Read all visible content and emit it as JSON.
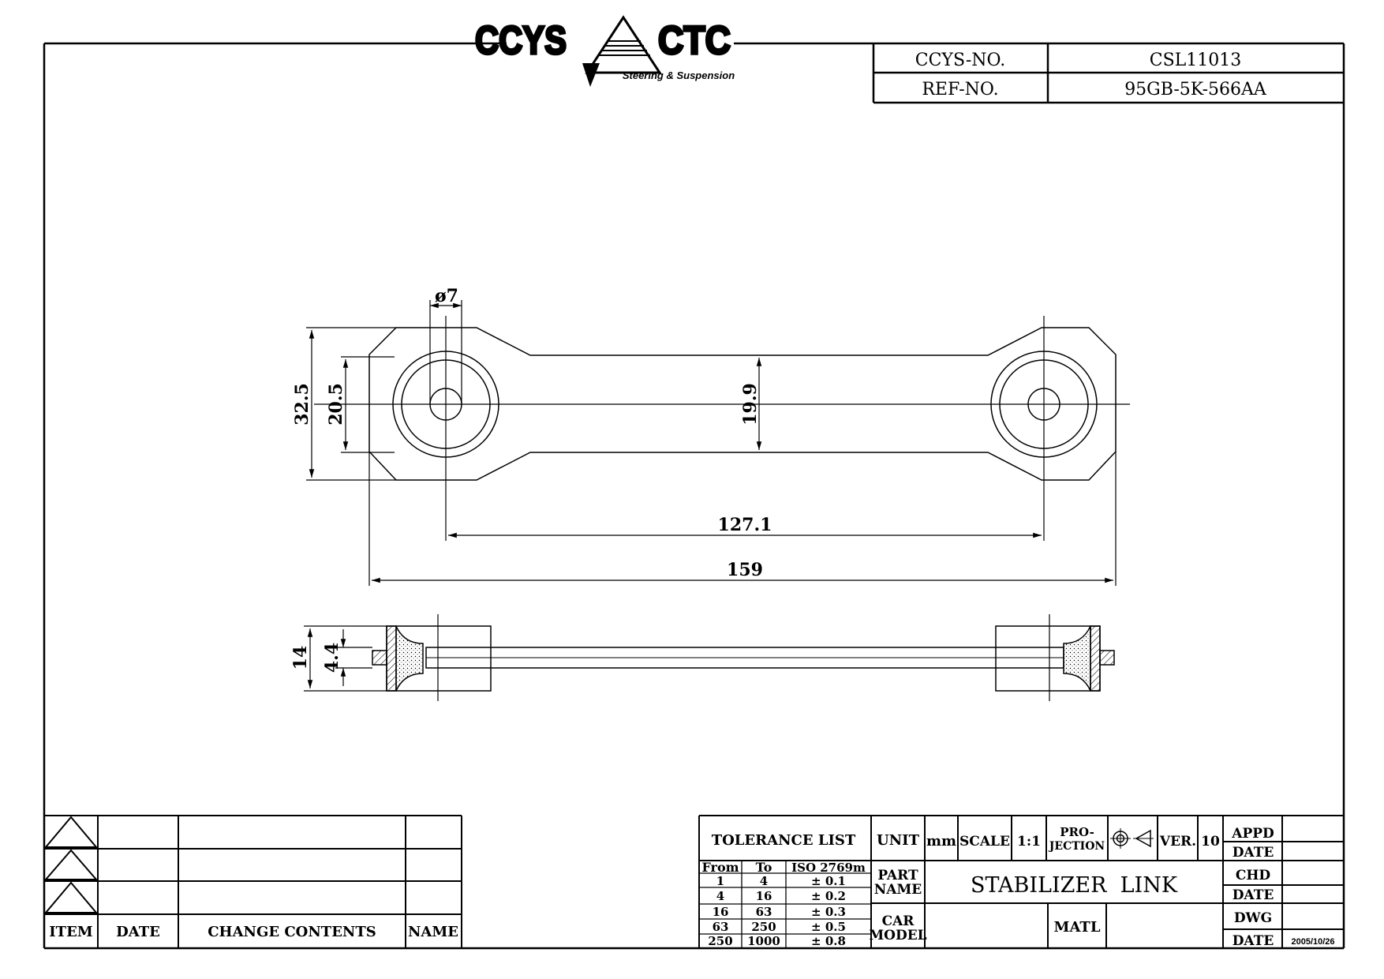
{
  "header": {
    "logo": {
      "left_mark": "CCYS",
      "right_mark": "CTC",
      "tagline": "Steering & Suspension"
    },
    "ccys_no_label": "CCYS-NO.",
    "ccys_no_value": "CSL11013",
    "ref_no_label": "REF-NO.",
    "ref_no_value": "95GB-5K-566AA"
  },
  "dimensions": {
    "hole_diameter": "ø7",
    "overall_height": "32.5",
    "boss_height": "20.5",
    "web_height": "19.9",
    "center_distance": "127.1",
    "overall_length": "159",
    "side_thickness": "14",
    "side_inner": "4.4"
  },
  "revision_table": {
    "headers": {
      "item": "ITEM",
      "date": "DATE",
      "change": "CHANGE CONTENTS",
      "name": "NAME"
    }
  },
  "title_block": {
    "tolerance_title": "TOLERANCE LIST",
    "tolerance_headers": [
      "From",
      "To",
      "ISO 2769m"
    ],
    "tolerance_rows": [
      [
        "1",
        "4",
        "± 0.1"
      ],
      [
        "4",
        "16",
        "± 0.2"
      ],
      [
        "16",
        "63",
        "± 0.3"
      ],
      [
        "63",
        "250",
        "± 0.5"
      ],
      [
        "250",
        "1000",
        "± 0.8"
      ]
    ],
    "unit_label": "UNIT",
    "unit_value": "mm",
    "scale_label": "SCALE",
    "scale_value": "1:1",
    "projection_label_1": "PRO-",
    "projection_label_2": "JECTION",
    "ver_label": "VER.",
    "ver_value": "10",
    "appd_label": "APPD",
    "date_label": "DATE",
    "part_name_label_1": "PART",
    "part_name_label_2": "NAME",
    "part_name_value": "STABILIZER  LINK",
    "chd_label": "CHD",
    "car_model_label_1": "CAR",
    "car_model_label_2": "MODEL",
    "matl_label": "MATL",
    "dwg_label": "DWG",
    "dwg_date_value": "2005/10/26"
  }
}
